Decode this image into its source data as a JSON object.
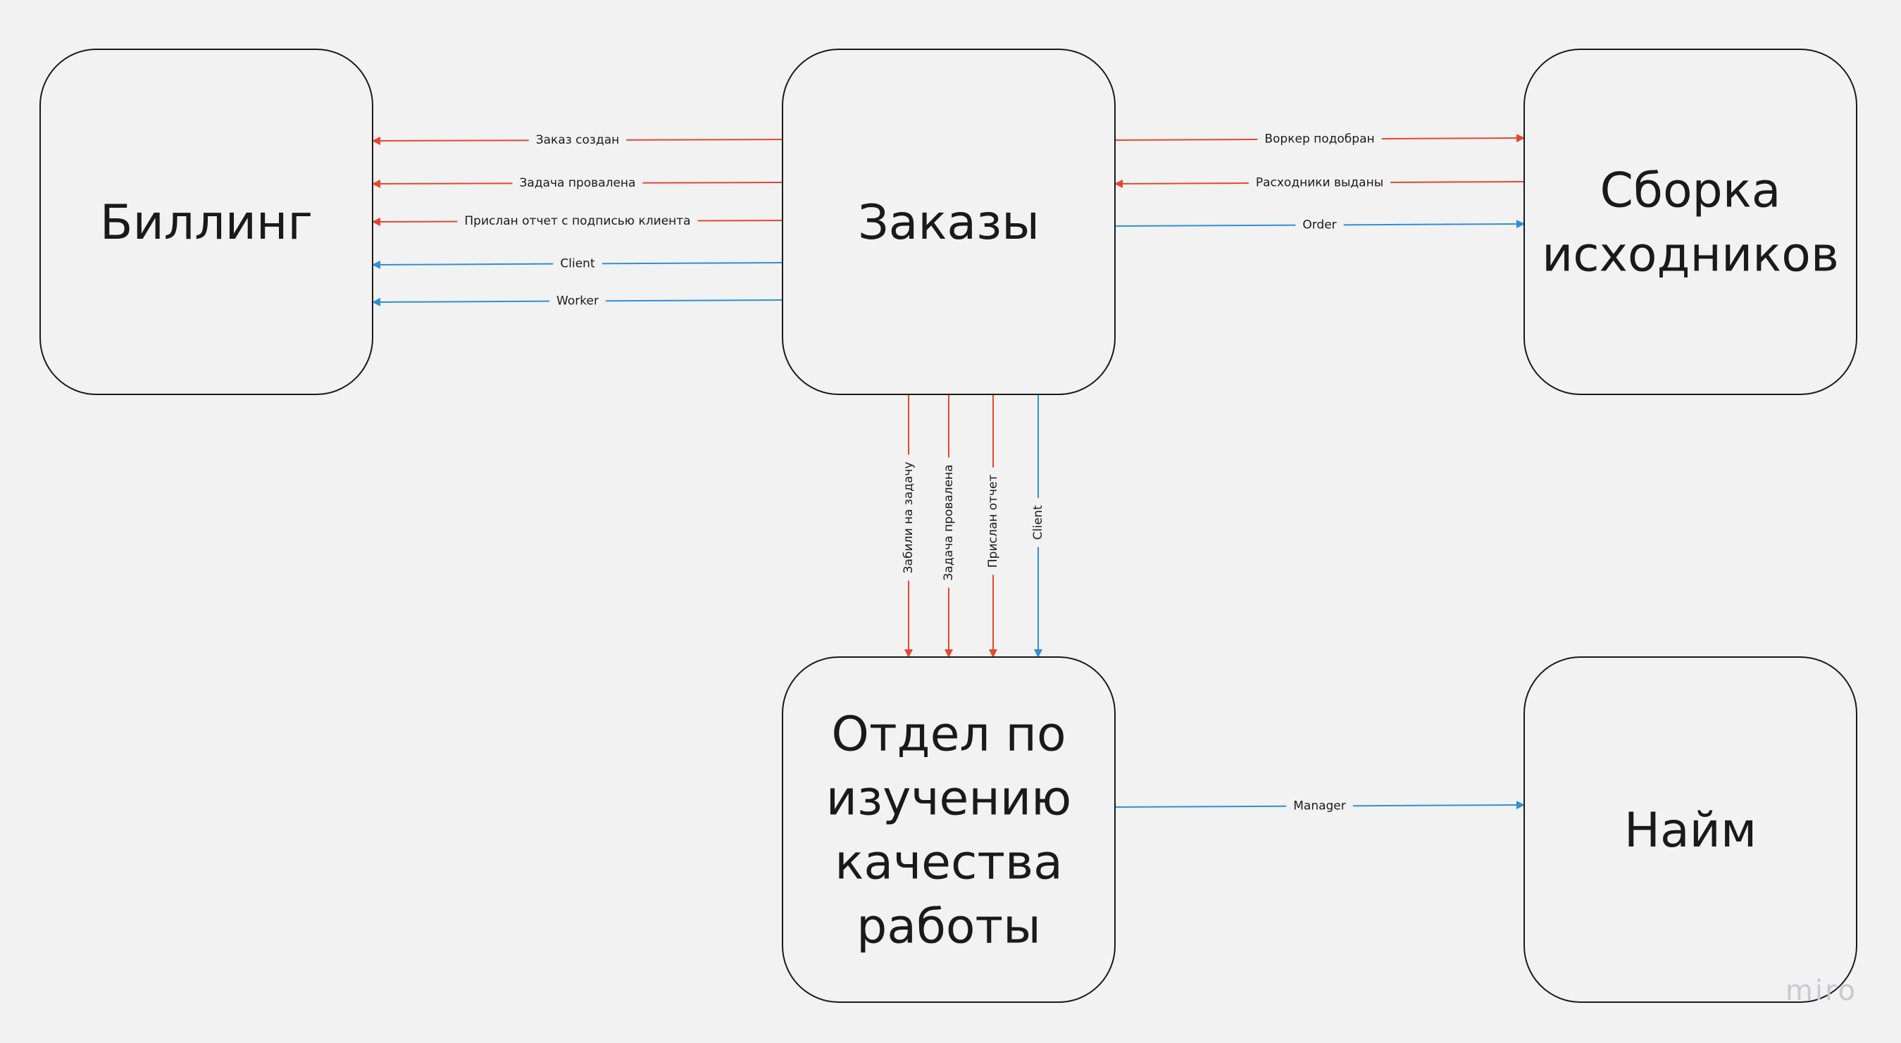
{
  "colors": {
    "event": "#e5472e",
    "data": "#2f8fd8",
    "box_stroke": "#1a1a1a",
    "background": "#f2f2f2"
  },
  "nodes": {
    "billing": {
      "lines": [
        "Биллинг"
      ]
    },
    "orders": {
      "lines": [
        "Заказы"
      ]
    },
    "sources": {
      "lines": [
        "Сборка",
        "исходников"
      ]
    },
    "quality": {
      "lines": [
        "Отдел по",
        "изучению",
        "качества",
        "работы"
      ]
    },
    "hiring": {
      "lines": [
        "Найм"
      ]
    }
  },
  "edges": {
    "order_created": {
      "label": "Заказ создан",
      "from": "orders",
      "to": "billing",
      "kind": "event"
    },
    "task_failed_billing": {
      "label": "Задача провалена",
      "from": "orders",
      "to": "billing",
      "kind": "event"
    },
    "report_signed": {
      "label": "Прислан отчет с подписью клиента",
      "from": "orders",
      "to": "billing",
      "kind": "event"
    },
    "client_billing": {
      "label": "Client",
      "from": "orders",
      "to": "billing",
      "kind": "data"
    },
    "worker_billing": {
      "label": "Worker",
      "from": "orders",
      "to": "billing",
      "kind": "data"
    },
    "worker_selected": {
      "label": "Воркер подобран",
      "from": "orders",
      "to": "sources",
      "kind": "event"
    },
    "supplies_issued": {
      "label": "Расходники выданы",
      "from": "sources",
      "to": "orders",
      "kind": "event"
    },
    "order_sources": {
      "label": "Order",
      "from": "orders",
      "to": "sources",
      "kind": "data"
    },
    "task_booked": {
      "label": "Забили на задачу",
      "from": "orders",
      "to": "quality",
      "kind": "event"
    },
    "task_failed_quality": {
      "label": "Задача провалена",
      "from": "orders",
      "to": "quality",
      "kind": "event"
    },
    "report_sent": {
      "label": "Прислан отчет",
      "from": "orders",
      "to": "quality",
      "kind": "event"
    },
    "client_quality": {
      "label": "Client",
      "from": "orders",
      "to": "quality",
      "kind": "data"
    },
    "manager_hiring": {
      "label": "Manager",
      "from": "quality",
      "to": "hiring",
      "kind": "data"
    }
  },
  "watermark": "miro"
}
